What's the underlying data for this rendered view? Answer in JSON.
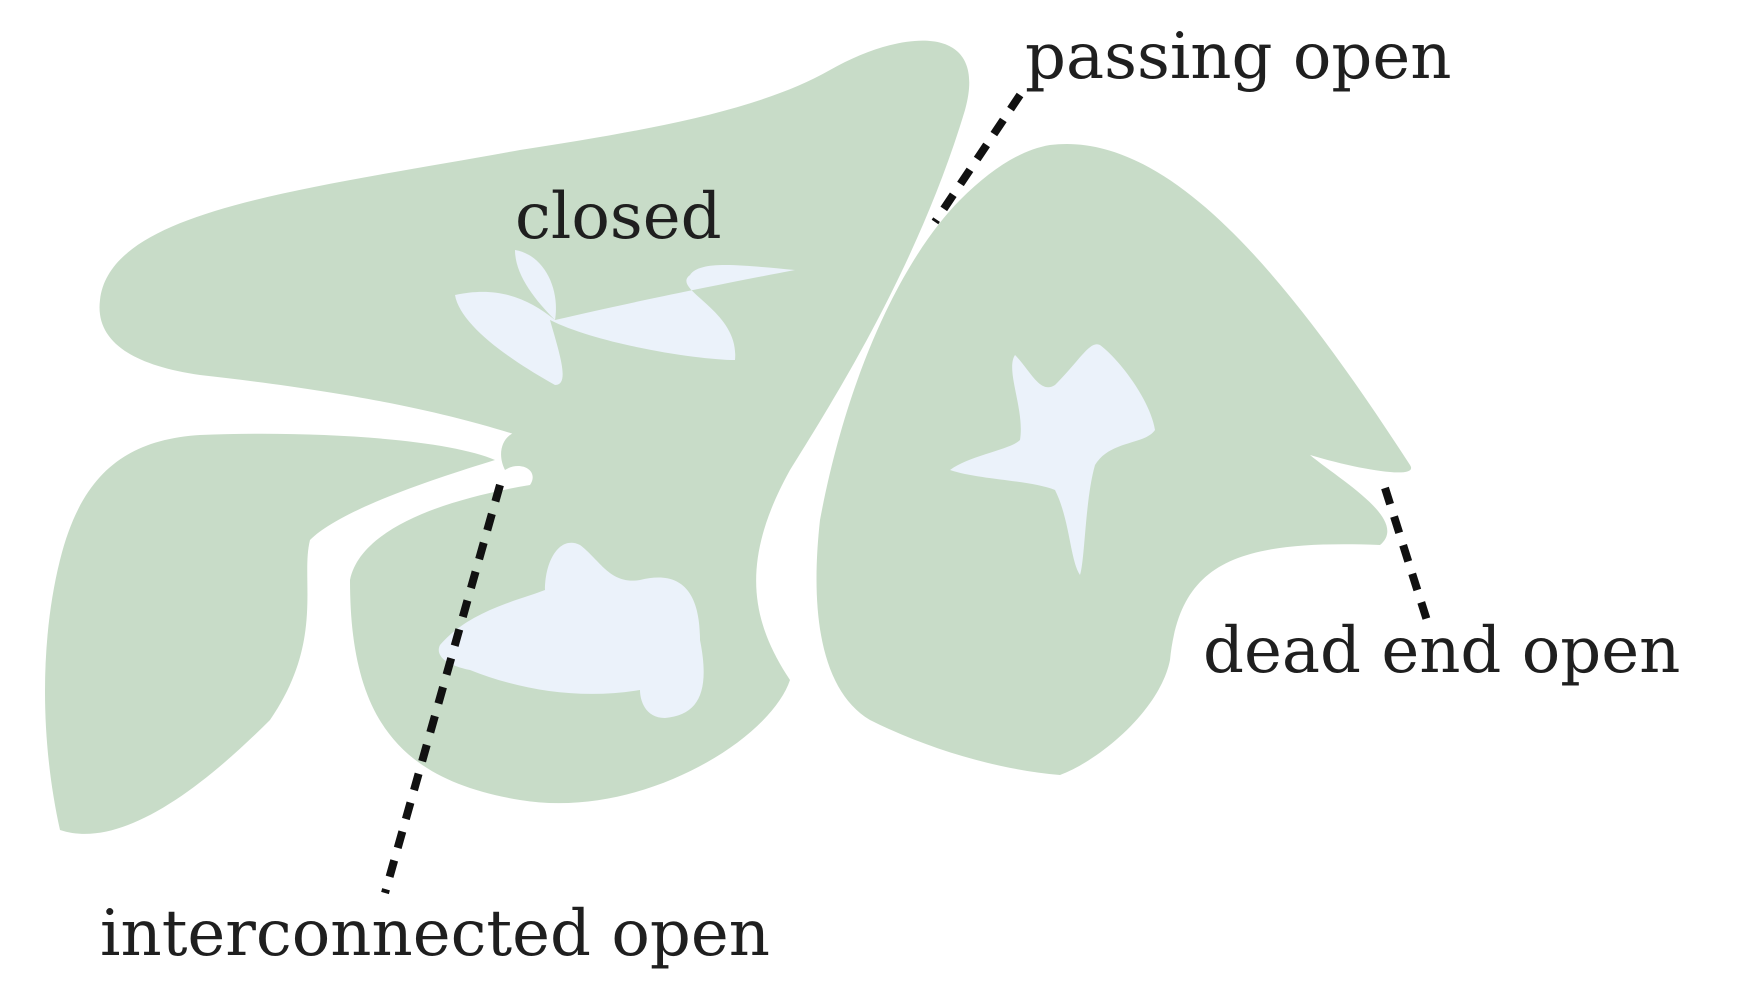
{
  "labels": {
    "closed": "closed",
    "passing_open": "passing open",
    "dead_end_open": "dead end open",
    "interconnected_open": "interconnected open"
  },
  "colors": {
    "grain": "#c8dcc8",
    "pore": "#ebf2fa",
    "leader": "#111111",
    "text": "#1f1f1f"
  }
}
